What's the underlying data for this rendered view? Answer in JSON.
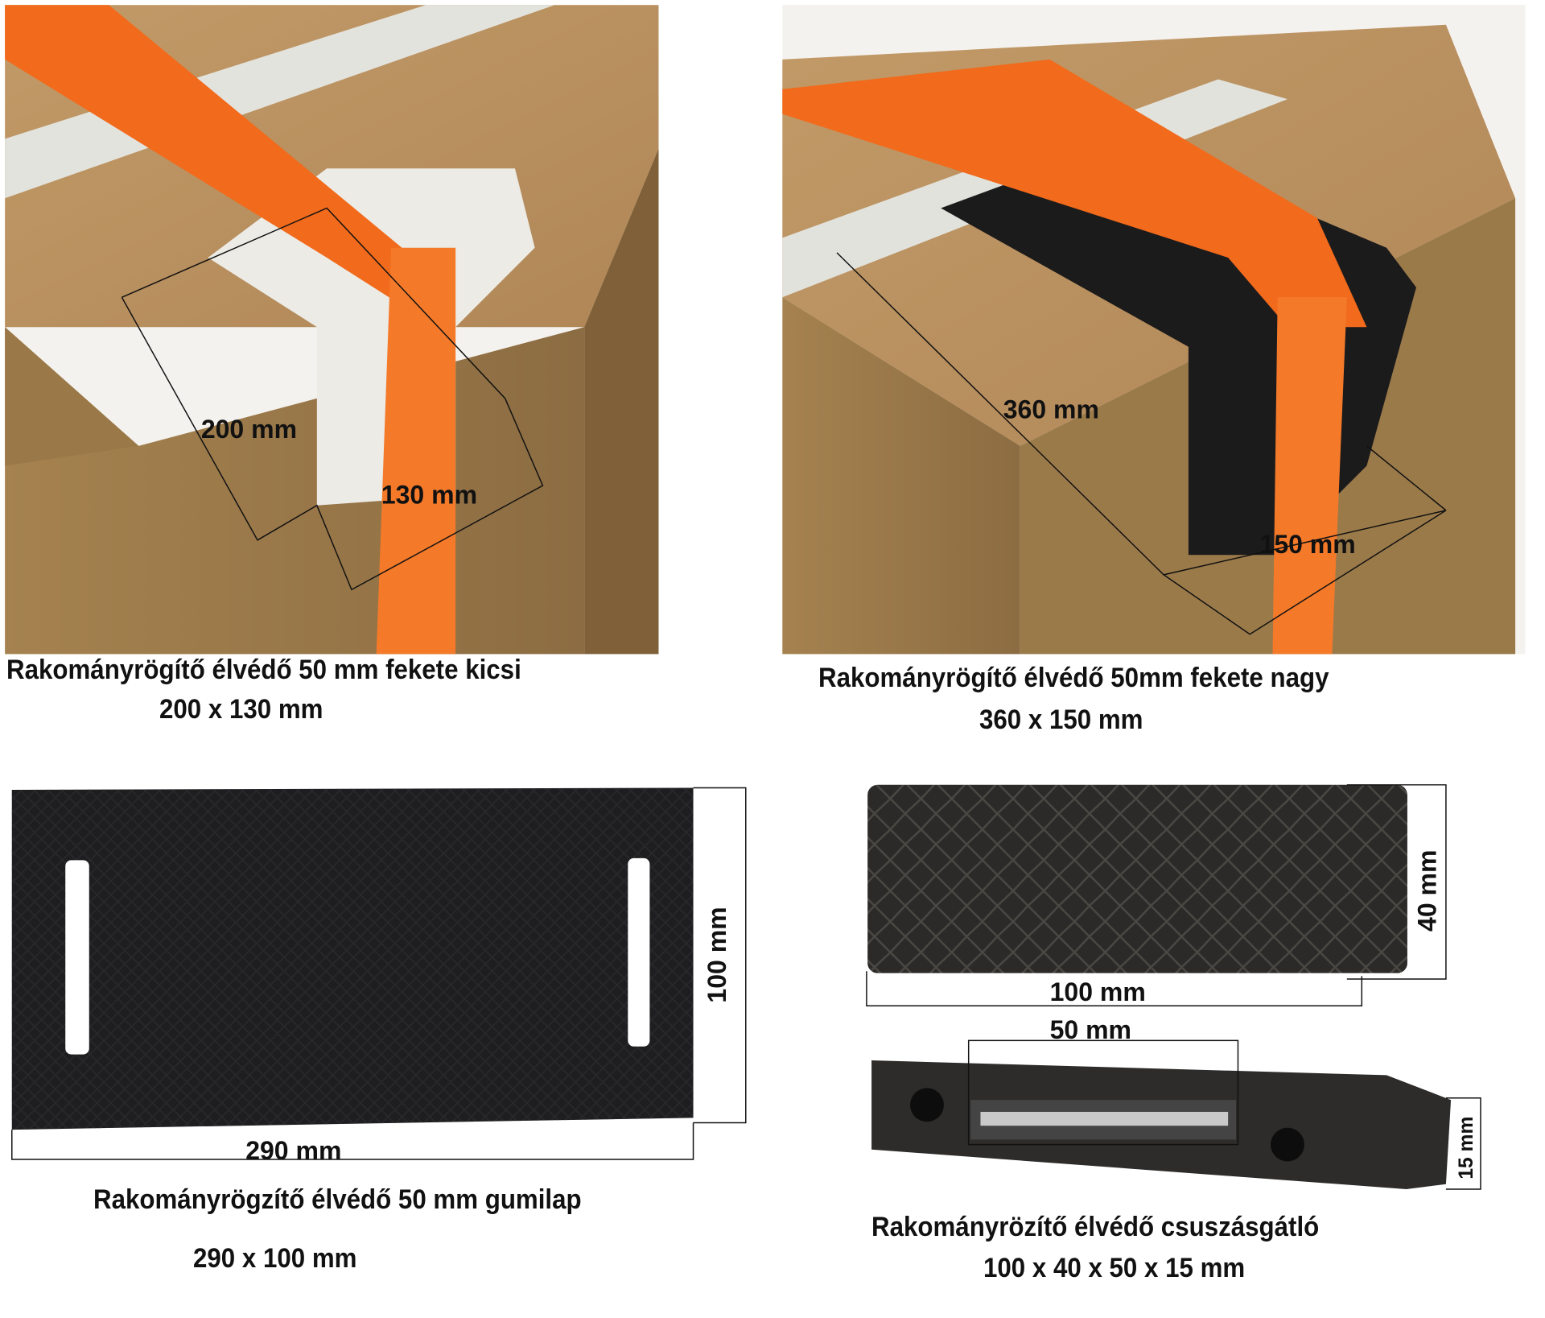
{
  "products": [
    {
      "name": "Rakományrögítő élvédő 50 mm fekete kicsi",
      "size": "200 x 130 mm",
      "dims": [
        "200 mm",
        "130 mm"
      ]
    },
    {
      "name": "Rakományrögítő élvédő 50mm fekete nagy",
      "size": "360 x 150 mm",
      "dims": [
        "360 mm",
        "150 mm"
      ]
    },
    {
      "name": "Rakományrögzítő élvédő 50 mm gumilap",
      "size": "290 x 100 mm",
      "dims": [
        "290 mm",
        "100 mm"
      ]
    },
    {
      "name": "Rakományrözítő élvédő csuszásgátló",
      "size": "100 x 40 x 50 x 15 mm",
      "dims": [
        "100 mm",
        "40 mm",
        "50 mm",
        "15 mm"
      ]
    }
  ],
  "colors": {
    "strap": "#f26a1b",
    "cardboard": "#b48d5c",
    "rubber": "#1e1e20"
  }
}
